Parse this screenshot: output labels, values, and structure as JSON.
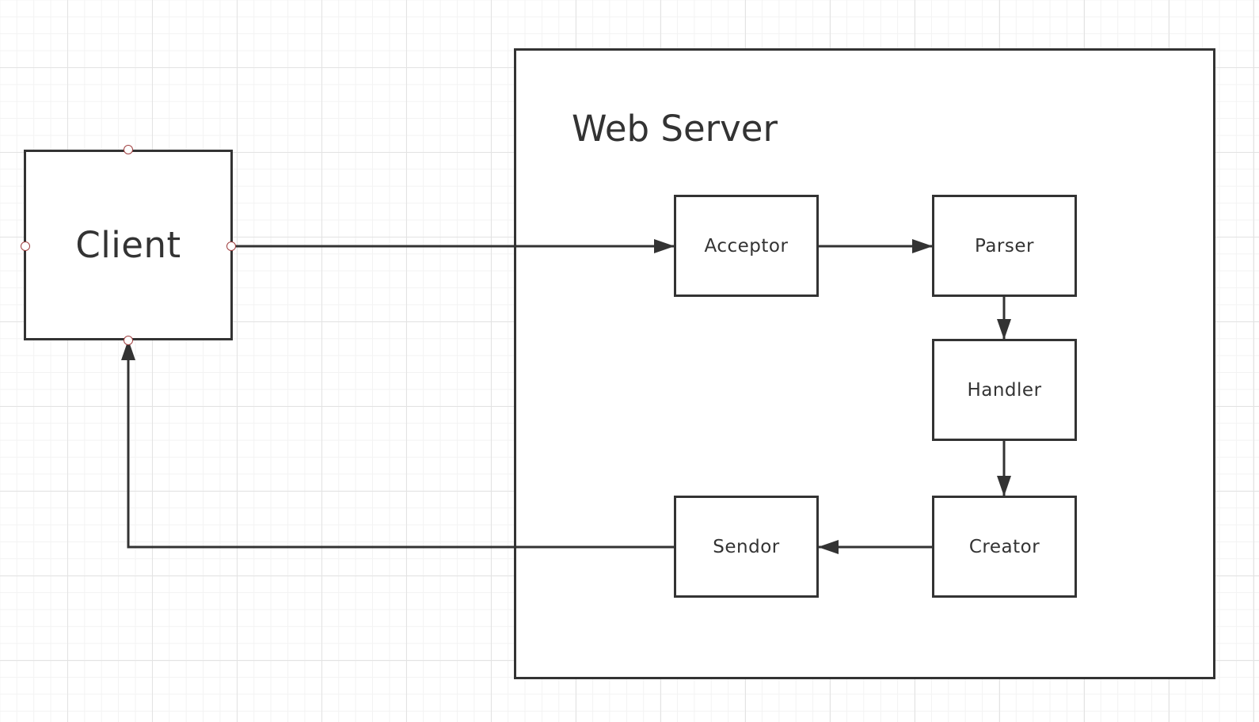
{
  "diagram": {
    "container": {
      "title": "Web Server"
    },
    "nodes": {
      "client": "Client",
      "acceptor": "Acceptor",
      "parser": "Parser",
      "handler": "Handler",
      "creator": "Creator",
      "sendor": "Sendor"
    },
    "edges": [
      {
        "from": "Client",
        "to": "Acceptor"
      },
      {
        "from": "Acceptor",
        "to": "Parser"
      },
      {
        "from": "Parser",
        "to": "Handler"
      },
      {
        "from": "Handler",
        "to": "Creator"
      },
      {
        "from": "Creator",
        "to": "Sendor"
      },
      {
        "from": "Sendor",
        "to": "Client"
      }
    ]
  },
  "colors": {
    "stroke": "#333333",
    "grid": "#e3e3e3",
    "handle": "#a04040"
  }
}
